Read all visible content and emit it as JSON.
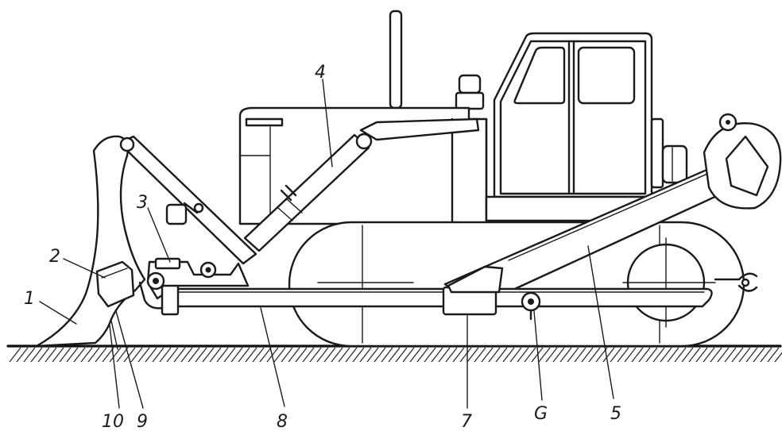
{
  "diagram": {
    "callouts": [
      {
        "id": "c1",
        "text": "1"
      },
      {
        "id": "c2",
        "text": "2"
      },
      {
        "id": "c3",
        "text": "3"
      },
      {
        "id": "c4",
        "text": "4"
      },
      {
        "id": "c5",
        "text": "5"
      },
      {
        "id": "c6",
        "text": "G"
      },
      {
        "id": "c7",
        "text": "7"
      },
      {
        "id": "c8",
        "text": "8"
      },
      {
        "id": "c9",
        "text": "9"
      },
      {
        "id": "c10",
        "text": "10"
      }
    ],
    "colors": {
      "ink": "#1a1a1a",
      "paper": "#ffffff"
    }
  }
}
